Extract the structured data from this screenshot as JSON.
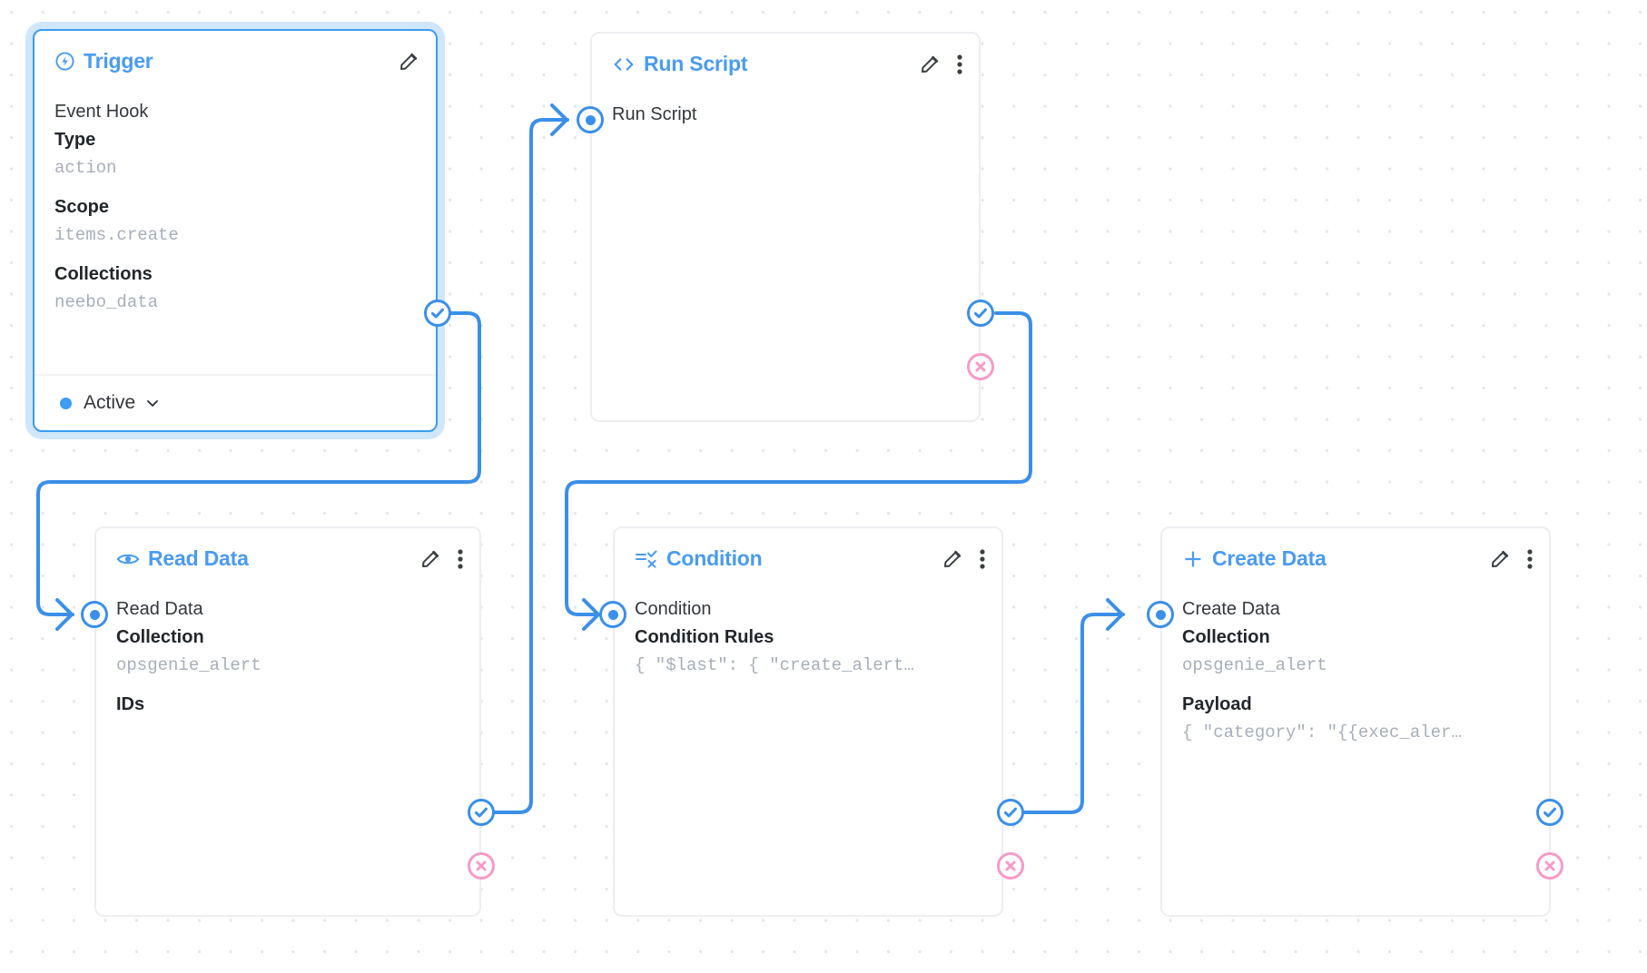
{
  "canvas": {
    "background_color": "#ffffff",
    "grid_dot_color": "#e4e6ea",
    "accent_color": "#3b8fe8",
    "title_color": "#4a9bf0",
    "error_color": "#f79ac8",
    "mono_value_color": "#a7aeba"
  },
  "nodes": {
    "trigger": {
      "title": "Trigger",
      "icon": "bolt-circle-icon",
      "selected": true,
      "rows": [
        {
          "type": "label",
          "text": "Event Hook"
        },
        {
          "type": "strong",
          "text": "Type"
        },
        {
          "type": "mono",
          "text": "action"
        },
        {
          "type": "gap"
        },
        {
          "type": "strong",
          "text": "Scope"
        },
        {
          "type": "mono",
          "text": "items.create"
        },
        {
          "type": "gap"
        },
        {
          "type": "strong",
          "text": "Collections"
        },
        {
          "type": "mono",
          "text": "neebo_data"
        }
      ],
      "status": "Active",
      "status_chevron": "chevron-down-icon",
      "tools": [
        "pencil-icon"
      ]
    },
    "run_script": {
      "title": "Run Script",
      "icon": "code-brackets-icon",
      "selected": false,
      "rows": [
        {
          "type": "label",
          "text": "Run Script"
        }
      ],
      "tools": [
        "pencil-icon",
        "more-vertical-icon"
      ]
    },
    "read_data": {
      "title": "Read Data",
      "icon": "eye-icon",
      "selected": false,
      "rows": [
        {
          "type": "label",
          "text": "Read Data"
        },
        {
          "type": "strong",
          "text": "Collection"
        },
        {
          "type": "mono",
          "text": "opsgenie_alert"
        },
        {
          "type": "gap"
        },
        {
          "type": "strong",
          "text": "IDs"
        }
      ],
      "tools": [
        "pencil-icon",
        "more-vertical-icon"
      ]
    },
    "condition": {
      "title": "Condition",
      "icon": "condition-filter-icon",
      "selected": false,
      "rows": [
        {
          "type": "label",
          "text": "Condition"
        },
        {
          "type": "strong",
          "text": "Condition Rules"
        },
        {
          "type": "mono",
          "text": "{ \"$last\": { \"create_alert…"
        }
      ],
      "tools": [
        "pencil-icon",
        "more-vertical-icon"
      ]
    },
    "create_data": {
      "title": "Create Data",
      "icon": "plus-icon",
      "selected": false,
      "rows": [
        {
          "type": "label",
          "text": "Create Data"
        },
        {
          "type": "strong",
          "text": "Collection"
        },
        {
          "type": "mono",
          "text": "opsgenie_alert"
        },
        {
          "type": "gap"
        },
        {
          "type": "strong",
          "text": "Payload"
        },
        {
          "type": "mono",
          "text": "{ \"category\": \"{{exec_aler…"
        }
      ],
      "tools": [
        "pencil-icon",
        "more-vertical-icon"
      ]
    }
  },
  "handles": {
    "success_icon": "check-circle-icon",
    "error_icon": "x-circle-icon",
    "input_icon": "dot-circle-icon"
  }
}
